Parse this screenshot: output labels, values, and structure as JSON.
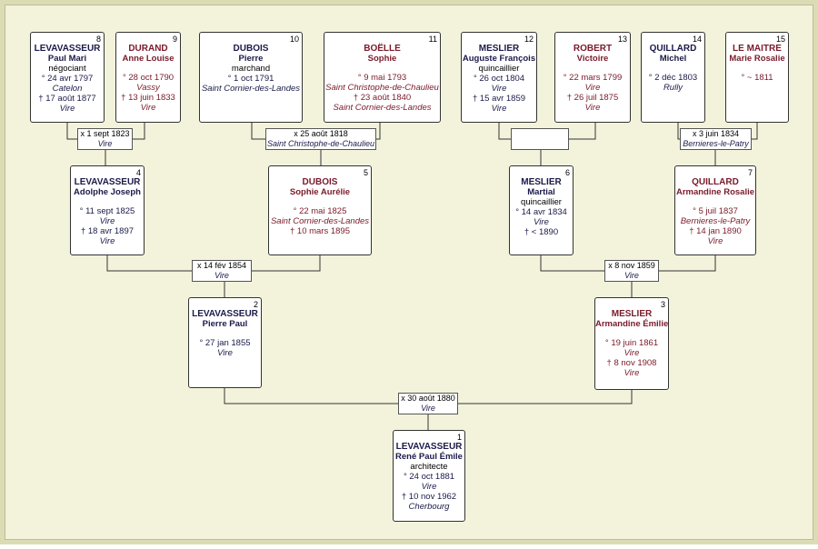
{
  "colors": {
    "background": "#f3f3dc",
    "border": "#dcdcb4",
    "male": "#1a1a4a",
    "female": "#7a1a2a"
  },
  "persons": {
    "p1": {
      "num": "1",
      "surname": "LEVAVASSEUR",
      "given": "René Paul Émile",
      "occupation": "architecte",
      "birth": "° 24 oct 1881",
      "birth_place": "Vire",
      "death": "† 10 nov 1962",
      "death_place": "Cherbourg"
    },
    "p2": {
      "num": "2",
      "surname": "LEVAVASSEUR",
      "given": "Pierre Paul",
      "birth": "° 27 jan 1855",
      "birth_place": "Vire"
    },
    "p3": {
      "num": "3",
      "surname": "MESLIER",
      "given": "Armandine Émilie",
      "birth": "° 19 juin 1861",
      "birth_place": "Vire",
      "death": "† 8 nov 1908",
      "death_place": "Vire"
    },
    "p4": {
      "num": "4",
      "surname": "LEVAVASSEUR",
      "given": "Adolphe Joseph",
      "birth": "° 11 sept 1825",
      "birth_place": "Vire",
      "death": "† 18 avr 1897",
      "death_place": "Vire"
    },
    "p5": {
      "num": "5",
      "surname": "DUBOIS",
      "given": "Sophie Aurélie",
      "birth": "° 22 mai 1825",
      "birth_place": "Saint Cornier-des-Landes",
      "death": "† 10 mars 1895"
    },
    "p6": {
      "num": "6",
      "surname": "MESLIER",
      "given": "Martial",
      "occupation": "quincaillier",
      "birth": "° 14 avr 1834",
      "birth_place": "Vire",
      "death": "† < 1890"
    },
    "p7": {
      "num": "7",
      "surname": "QUILLARD",
      "given": "Armandine Rosalie",
      "birth": "° 5 juil 1837",
      "birth_place": "Bernieres-le-Patry",
      "death": "† 14 jan 1890",
      "death_place": "Vire"
    },
    "p8": {
      "num": "8",
      "surname": "LEVAVASSEUR",
      "given": "Paul Mari",
      "occupation": "négociant",
      "birth": "° 24 avr 1797",
      "birth_place": "Catelon",
      "death": "† 17 août 1877",
      "death_place": "Vire"
    },
    "p9": {
      "num": "9",
      "surname": "DURAND",
      "given": "Anne Louise",
      "birth": "° 28 oct 1790",
      "birth_place": "Vassy",
      "death": "† 13 juin 1833",
      "death_place": "Vire"
    },
    "p10": {
      "num": "10",
      "surname": "DUBOIS",
      "given": "Pierre",
      "occupation": "marchand",
      "birth": "° 1 oct 1791",
      "birth_place": "Saint Cornier-des-Landes"
    },
    "p11": {
      "num": "11",
      "surname": "BOËLLE",
      "given": "Sophie",
      "birth": "° 9 mai 1793",
      "birth_place": "Saint Christophe-de-Chaulieu",
      "death": "† 23 août 1840",
      "death_place": "Saint Cornier-des-Landes"
    },
    "p12": {
      "num": "12",
      "surname": "MESLIER",
      "given": "Auguste François",
      "occupation": "quincaillier",
      "birth": "° 26 oct 1804",
      "birth_place": "Vire",
      "death": "† 15 avr 1859",
      "death_place": "Vire"
    },
    "p13": {
      "num": "13",
      "surname": "ROBERT",
      "given": "Victoire",
      "birth": "° 22 mars 1799",
      "birth_place": "Vire",
      "death": "† 26 juil 1875",
      "death_place": "Vire"
    },
    "p14": {
      "num": "14",
      "surname": "QUILLARD",
      "given": "Michel",
      "birth": "° 2 déc 1803",
      "birth_place": "Rully"
    },
    "p15": {
      "num": "15",
      "surname": "LE MAITRE",
      "given": "Marie Rosalie",
      "birth": "° ~ 1811"
    }
  },
  "marriages": {
    "m1": {
      "date": "x 30 août 1880",
      "place": "Vire"
    },
    "m2": {
      "date": "x 14 fév 1854",
      "place": "Vire"
    },
    "m3": {
      "date": "x 8 nov 1859",
      "place": "Vire"
    },
    "m4": {
      "date": "x 1 sept 1823",
      "place": "Vire"
    },
    "m5": {
      "date": "x 25 août 1818",
      "place": "Saint Christophe-de-Chaulieu"
    },
    "m6": {
      "date": "",
      "place": ""
    },
    "m7": {
      "date": "x 3 juin 1834",
      "place": "Bernieres-le-Patry"
    }
  }
}
